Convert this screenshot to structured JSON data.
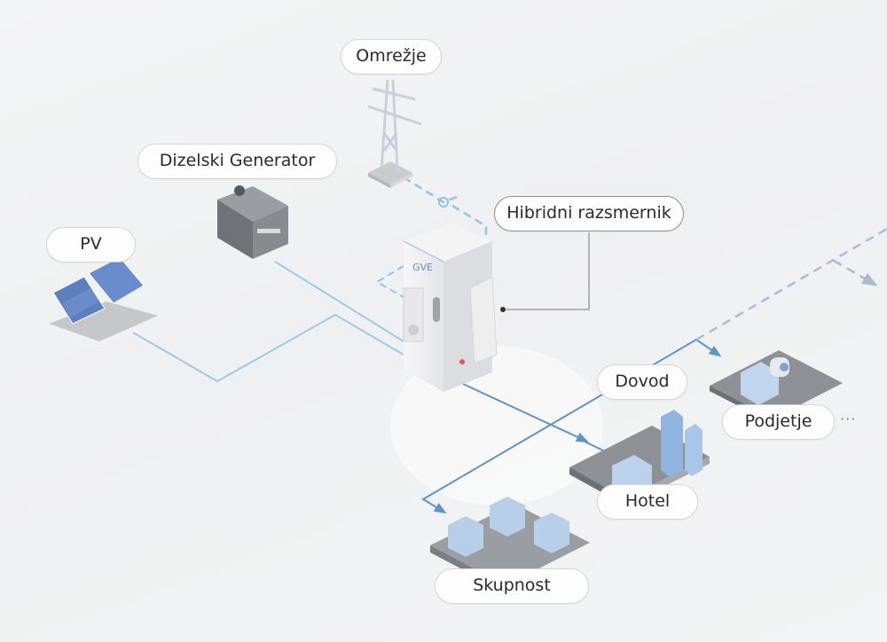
{
  "diagram": {
    "title": "Hybrid energy system topology",
    "nodes": {
      "grid": {
        "label": "Omrežje",
        "icon": "transmission-tower-icon"
      },
      "diesel": {
        "label": "Dizelski Generator",
        "icon": "diesel-generator-icon"
      },
      "pv": {
        "label": "PV",
        "icon": "solar-panel-icon"
      },
      "inverter": {
        "label": "Hibridni razsmernik",
        "icon": "hybrid-inverter-cabinet-icon",
        "brand": "GVE"
      },
      "feed": {
        "label": "Dovod"
      },
      "hotel": {
        "label": "Hotel",
        "icon": "hotel-buildings-icon"
      },
      "company": {
        "label": "Podjetje",
        "icon": "company-buildings-icon"
      },
      "community": {
        "label": "Skupnost",
        "icon": "community-buildings-icon"
      }
    },
    "more_indicator": "···",
    "colors": {
      "line_light": "#9ccbe6",
      "line_blue": "#5f93cc",
      "line_dashed": "#a9bcd6",
      "label_border": "#d4d6d8"
    }
  }
}
